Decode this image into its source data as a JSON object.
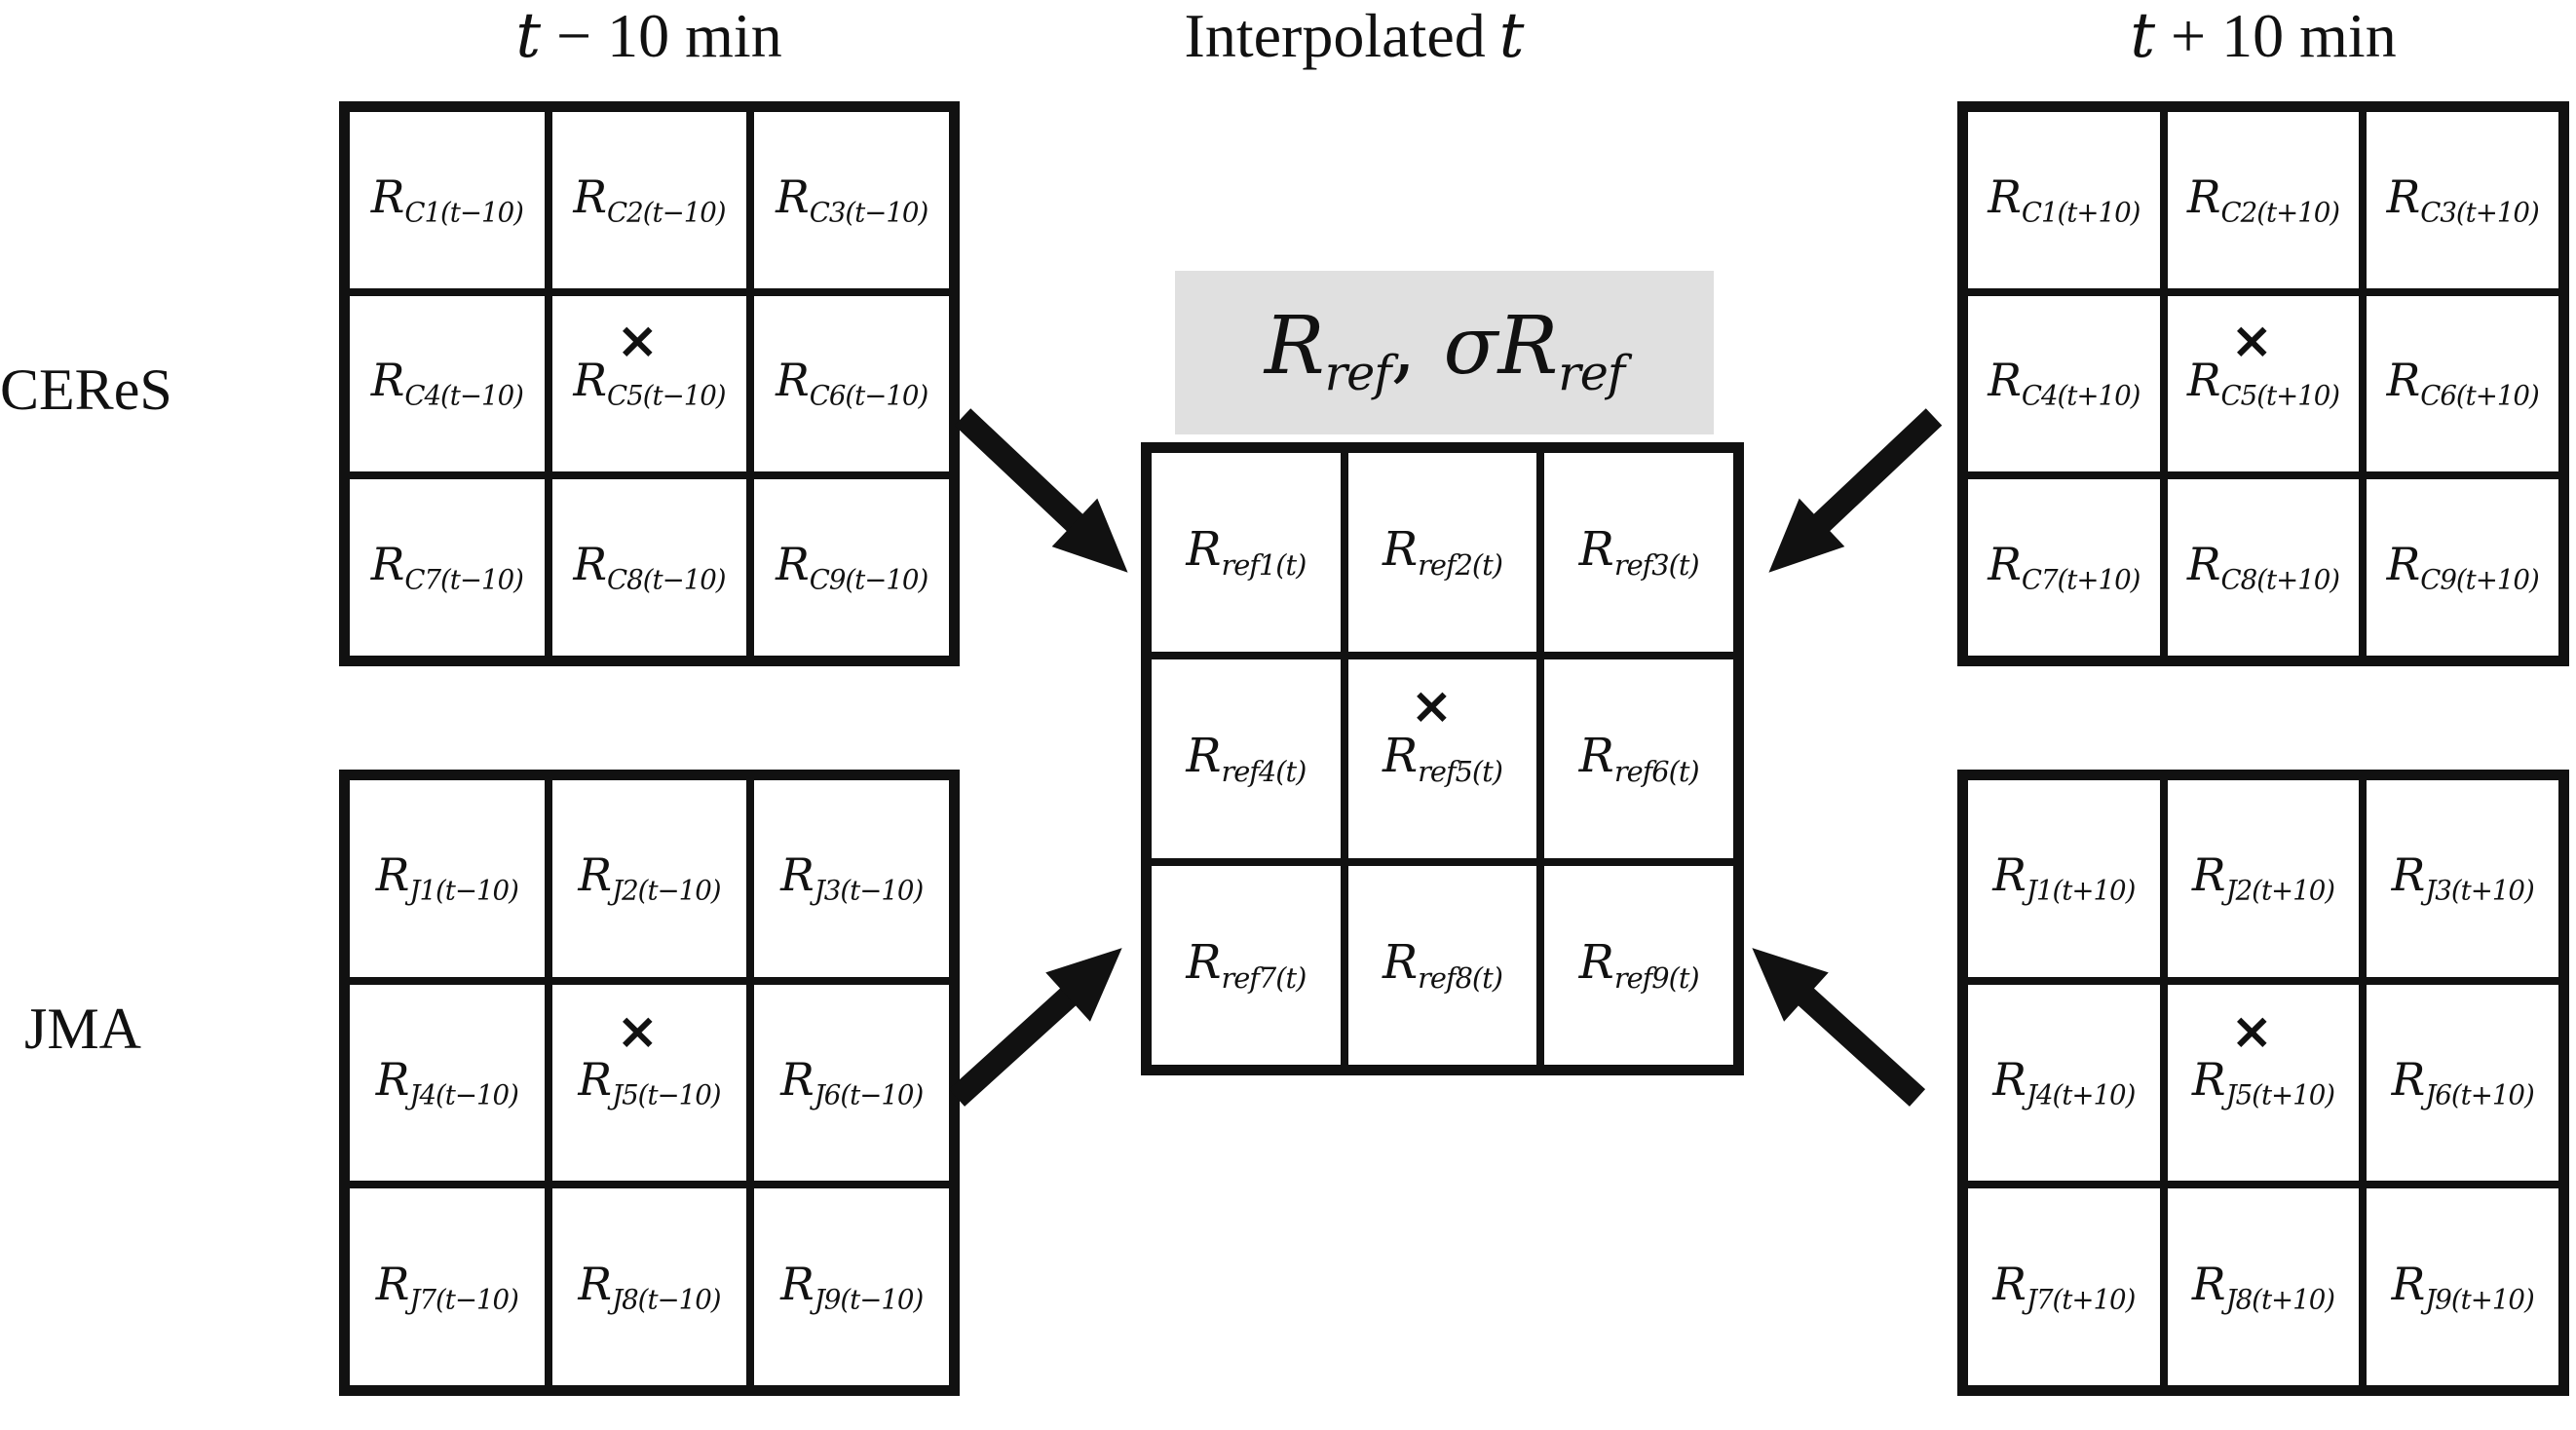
{
  "colors": {
    "ink": "#111111",
    "ref_box_bg": "#e0e0e0"
  },
  "mark": "×",
  "titles": {
    "t_minus": {
      "var": "t",
      "rest": " − 10 min"
    },
    "interp": {
      "text": "Interpolated",
      "var": "t"
    },
    "t_plus": {
      "var": "t",
      "rest": " + 10 min"
    }
  },
  "side_labels": {
    "top": "CEReS",
    "bottom": "JMA"
  },
  "ref_box": {
    "r1": "R",
    "s1": "ref",
    "comma": ",",
    "r2": "σR",
    "s2": "ref"
  },
  "grids": {
    "ceres_t_minus_10": {
      "marked_index": 4,
      "cells": [
        {
          "base": "R",
          "sub": "C1(t−10)"
        },
        {
          "base": "R",
          "sub": "C2(t−10)"
        },
        {
          "base": "R",
          "sub": "C3(t−10)"
        },
        {
          "base": "R",
          "sub": "C4(t−10)"
        },
        {
          "base": "R",
          "sub": "C5(t−10)"
        },
        {
          "base": "R",
          "sub": "C6(t−10)"
        },
        {
          "base": "R",
          "sub": "C7(t−10)"
        },
        {
          "base": "R",
          "sub": "C8(t−10)"
        },
        {
          "base": "R",
          "sub": "C9(t−10)"
        }
      ]
    },
    "ceres_t_plus_10": {
      "marked_index": 4,
      "cells": [
        {
          "base": "R",
          "sub": "C1(t+10)"
        },
        {
          "base": "R",
          "sub": "C2(t+10)"
        },
        {
          "base": "R",
          "sub": "C3(t+10)"
        },
        {
          "base": "R",
          "sub": "C4(t+10)"
        },
        {
          "base": "R",
          "sub": "C5(t+10)"
        },
        {
          "base": "R",
          "sub": "C6(t+10)"
        },
        {
          "base": "R",
          "sub": "C7(t+10)"
        },
        {
          "base": "R",
          "sub": "C8(t+10)"
        },
        {
          "base": "R",
          "sub": "C9(t+10)"
        }
      ]
    },
    "jma_t_minus_10": {
      "marked_index": 4,
      "cells": [
        {
          "base": "R",
          "sub": "J1(t−10)"
        },
        {
          "base": "R",
          "sub": "J2(t−10)"
        },
        {
          "base": "R",
          "sub": "J3(t−10)"
        },
        {
          "base": "R",
          "sub": "J4(t−10)"
        },
        {
          "base": "R",
          "sub": "J5(t−10)"
        },
        {
          "base": "R",
          "sub": "J6(t−10)"
        },
        {
          "base": "R",
          "sub": "J7(t−10)"
        },
        {
          "base": "R",
          "sub": "J8(t−10)"
        },
        {
          "base": "R",
          "sub": "J9(t−10)"
        }
      ]
    },
    "jma_t_plus_10": {
      "marked_index": 4,
      "cells": [
        {
          "base": "R",
          "sub": "J1(t+10)"
        },
        {
          "base": "R",
          "sub": "J2(t+10)"
        },
        {
          "base": "R",
          "sub": "J3(t+10)"
        },
        {
          "base": "R",
          "sub": "J4(t+10)"
        },
        {
          "base": "R",
          "sub": "J5(t+10)"
        },
        {
          "base": "R",
          "sub": "J6(t+10)"
        },
        {
          "base": "R",
          "sub": "J7(t+10)"
        },
        {
          "base": "R",
          "sub": "J8(t+10)"
        },
        {
          "base": "R",
          "sub": "J9(t+10)"
        }
      ]
    },
    "interpolated_t": {
      "marked_index": 4,
      "cells": [
        {
          "base": "R",
          "sub": "ref1(t)"
        },
        {
          "base": "R",
          "sub": "ref2(t)"
        },
        {
          "base": "R",
          "sub": "ref3(t)"
        },
        {
          "base": "R",
          "sub": "ref4(t)"
        },
        {
          "base": "R",
          "sub": "ref5(t)"
        },
        {
          "base": "R",
          "sub": "ref6(t)"
        },
        {
          "base": "R",
          "sub": "ref7(t)"
        },
        {
          "base": "R",
          "sub": "ref8(t)"
        },
        {
          "base": "R",
          "sub": "ref9(t)"
        }
      ]
    }
  }
}
